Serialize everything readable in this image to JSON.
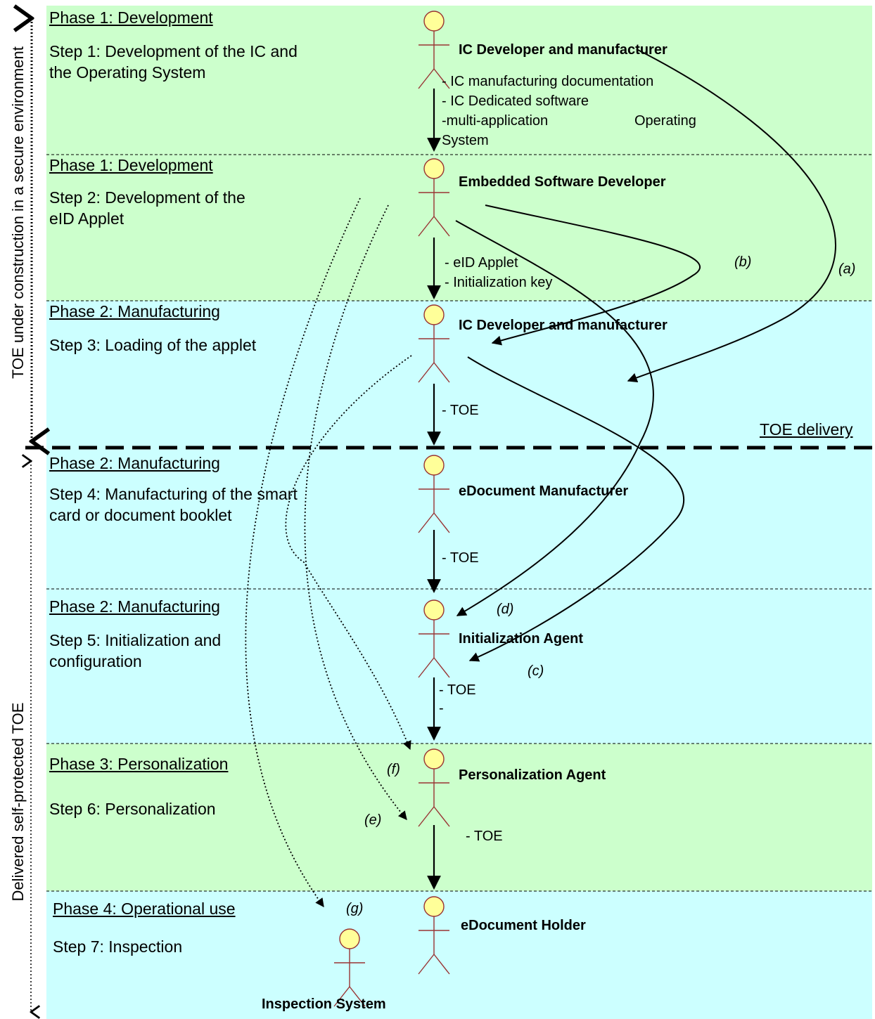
{
  "colors": {
    "development": "#ccffcc",
    "manufacturing": "#ccffff",
    "actor_head": "#ffff99",
    "actor_body": "#993333"
  },
  "side": {
    "top": "TOE under construction in a secure environment",
    "bottom": "Delivered self-protected TOE"
  },
  "delivery": "TOE delivery",
  "stages": [
    {
      "phase": "Phase 1: Development",
      "step": "Step 1: Development of the IC and the Operating System",
      "actor": "IC Developer and manufacturer"
    },
    {
      "phase": "Phase 1: Development",
      "step": "Step 2: Development of the eID Applet",
      "actor": "Embedded Software Developer"
    },
    {
      "phase": "Phase 2: Manufacturing",
      "step": "Step 3: Loading of the applet",
      "actor": "IC Developer and manufacturer"
    },
    {
      "phase": "Phase 2: Manufacturing",
      "step": "Step 4: Manufacturing of the smart card or document booklet",
      "actor": "eDocument Manufacturer"
    },
    {
      "phase": "Phase 2: Manufacturing",
      "step": "Step 5: Initialization and configuration",
      "actor": "Initialization Agent"
    },
    {
      "phase": "Phase 3: Personalization",
      "step": "Step 6: Personalization",
      "actor": "Personalization Agent"
    },
    {
      "phase": "Phase 4: Operational use",
      "step": "Step 7: Inspection",
      "actor": "eDocument Holder"
    }
  ],
  "inspection_actor": "Inspection System",
  "transfers": [
    [
      "- IC manufacturing documentation",
      "- IC Dedicated software",
      "-multi-application",
      "Operating",
      "System"
    ],
    [
      "- eID Applet",
      "- Initialization key"
    ],
    [
      "- TOE"
    ],
    [
      "- TOE"
    ],
    [
      "- TOE",
      "-"
    ],
    [
      "- TOE"
    ]
  ],
  "curve_labels": [
    "(a)",
    "(b)",
    "(c)",
    "(d)",
    "(e)",
    "(f)",
    "(g)"
  ]
}
